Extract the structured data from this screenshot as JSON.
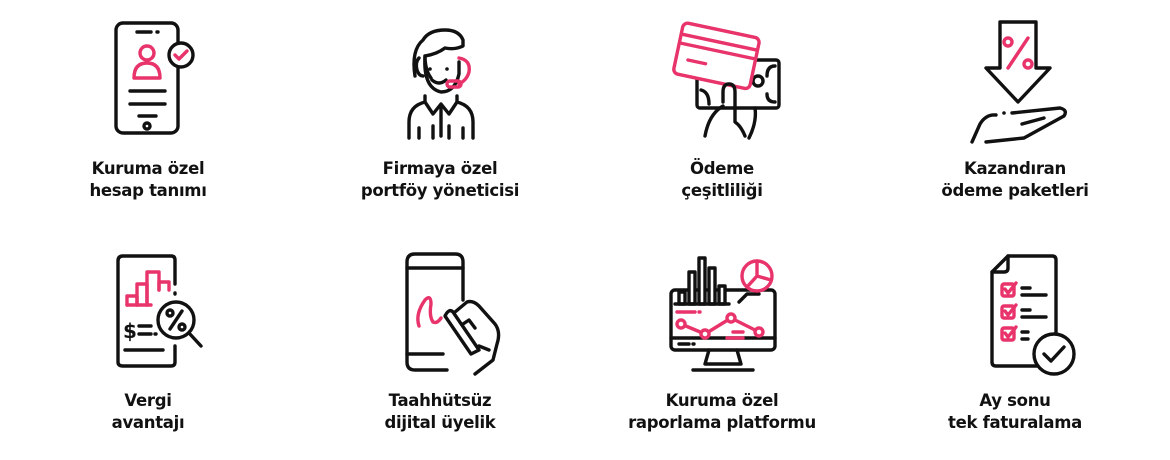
{
  "accent_color": "#e8336b",
  "ink_color": "#111111",
  "features": [
    {
      "icon": "tablet-user-check-icon",
      "line1": "Kuruma özel",
      "line2": "hesap tanımı"
    },
    {
      "icon": "headset-agent-icon",
      "line1": "Firmaya özel",
      "line2": "portföy yöneticisi"
    },
    {
      "icon": "card-and-cash-hand-icon",
      "line1": "Ödeme",
      "line2": "çeşitliliği"
    },
    {
      "icon": "percent-arrow-hand-icon",
      "line1": "Kazandıran",
      "line2": "ödeme paketleri"
    },
    {
      "icon": "tax-report-magnifier-icon",
      "line1": "Vergi",
      "line2": "avantajı"
    },
    {
      "icon": "tablet-signature-hand-icon",
      "line1": "Taahhütsüz",
      "line2": "dijital üyelik"
    },
    {
      "icon": "monitor-analytics-icon",
      "line1": "Kuruma özel",
      "line2": "raporlama platformu"
    },
    {
      "icon": "checklist-invoice-icon",
      "line1": "Ay sonu",
      "line2": "tek faturalama"
    }
  ]
}
